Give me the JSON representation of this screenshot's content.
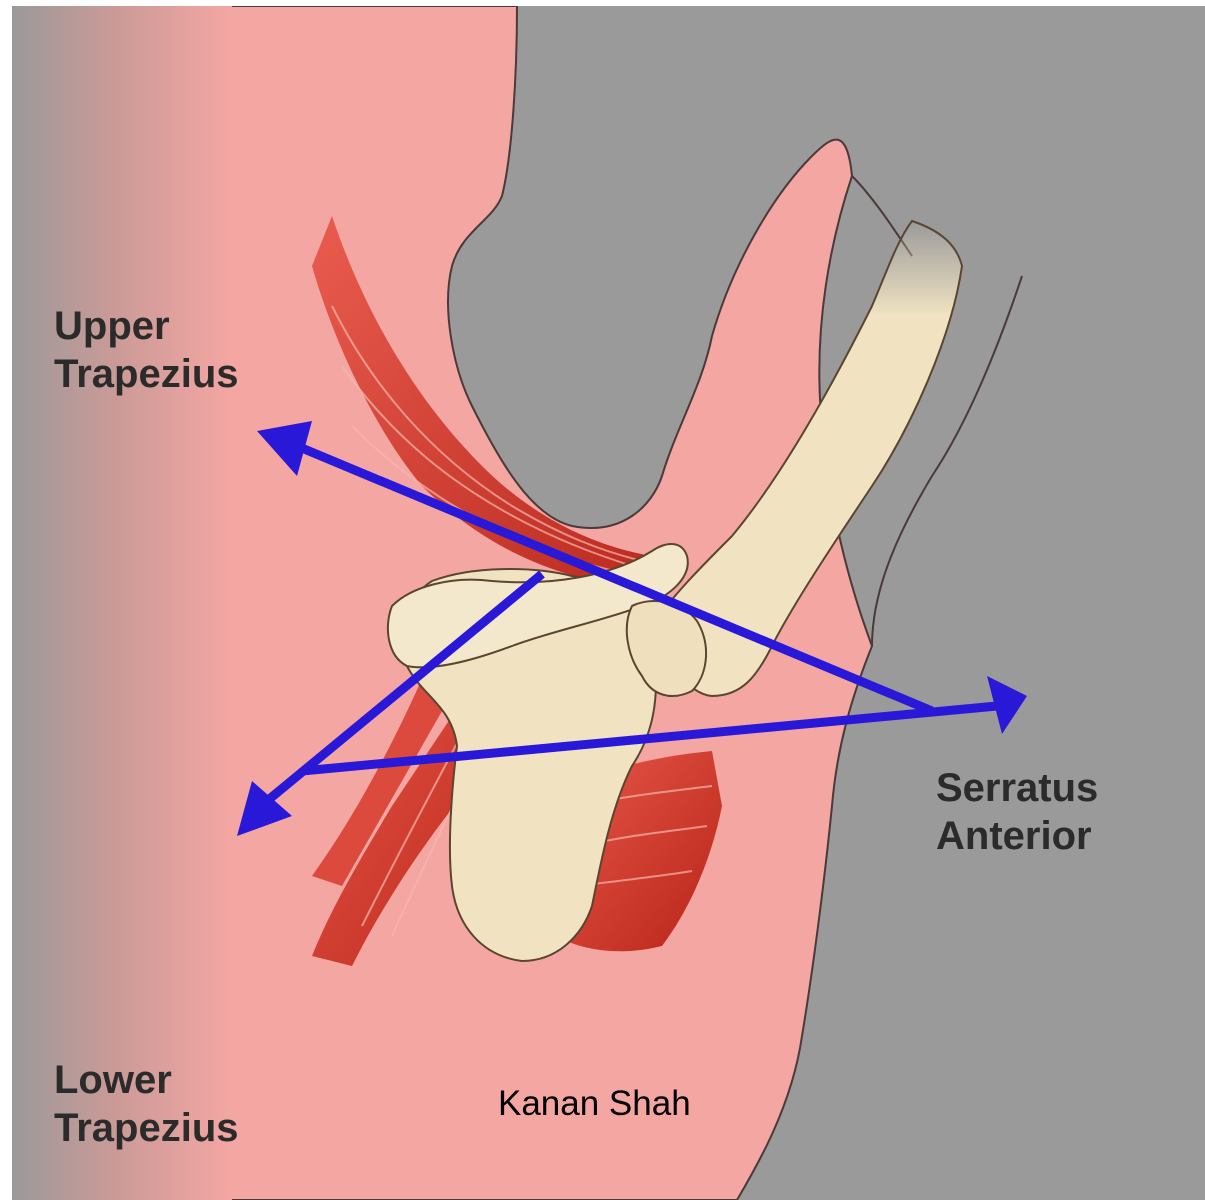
{
  "labels": {
    "upper_trapezius": [
      "Upper",
      "Trapezius"
    ],
    "lower_trapezius": [
      "Lower",
      "Trapezius"
    ],
    "serratus_anterior": [
      "Serratus",
      "Anterior"
    ]
  },
  "credit": "Kanan Shah",
  "colors": {
    "background_gray": "#9a9a9a",
    "skin_pink": "#f4a6a2",
    "muscle_red": "#d63a2a",
    "bone_cream": "#f1e3c2",
    "bone_outline": "#5a4630",
    "outline": "#4a3a3a",
    "arrow_blue": "#2a18d8"
  }
}
